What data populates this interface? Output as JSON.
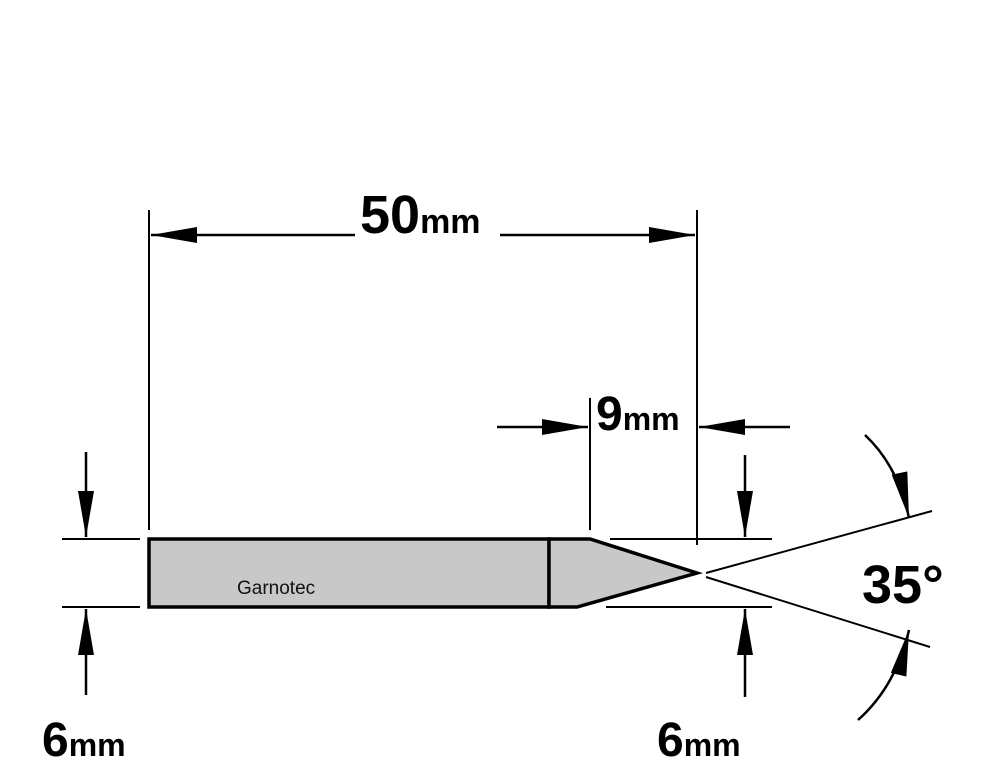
{
  "brand_label": "Garnotec",
  "dimensions": {
    "overall_length": {
      "value": "50",
      "unit": "mm"
    },
    "cutting_length": {
      "value": "9",
      "unit": "mm"
    },
    "shank_diameter": {
      "value": "6",
      "unit": "mm"
    },
    "cutting_diameter": {
      "value": "6",
      "unit": "mm"
    },
    "tip_angle": {
      "value": "35°"
    }
  },
  "colors": {
    "body_fill": "#c8c8c8",
    "line": "#000000",
    "background": "#ffffff"
  }
}
